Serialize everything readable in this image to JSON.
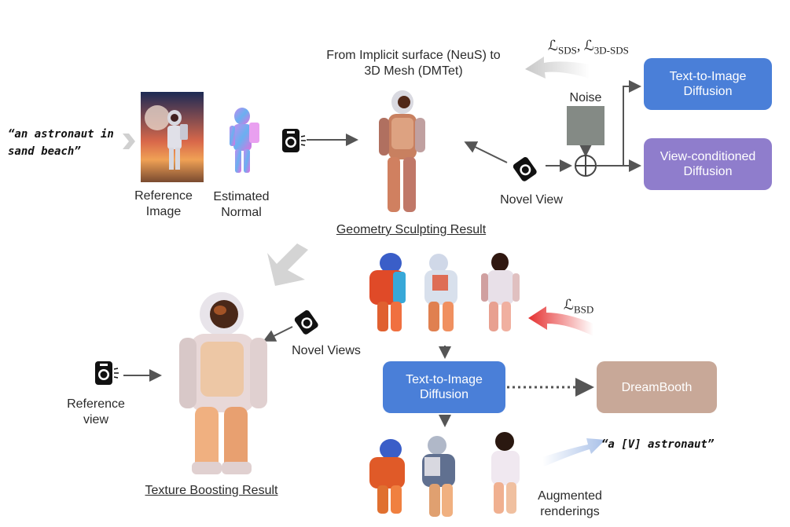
{
  "prompt_text": "“an astronaut in sand beach”",
  "reference_image_label": "Reference Image",
  "estimated_normal_label": "Estimated Normal",
  "stage1_title": "From Implicit surface (NeuS) to 3D Mesh (DMTet)",
  "loss_sds": "ℒSDS, ℒ3D-SDS",
  "loss_sds_parts": {
    "L1": "ℒ",
    "s1": "SDS",
    "sep": ", ",
    "L2": "ℒ",
    "s2": "3D-SDS"
  },
  "noise_label": "Noise",
  "novel_view_label": "Novel View",
  "t2i_top": "Text-to-Image Diffusion",
  "view_cond": "View-conditioned Diffusion",
  "geometry_result": "Geometry Sculpting Result",
  "loss_bsd_parts": {
    "L": "ℒ",
    "s": "BSD"
  },
  "novel_views_label": "Novel Views",
  "reference_view_label": "Reference view",
  "t2i_bottom": "Text-to-Image Diffusion",
  "dreambooth": "DreamBooth",
  "v_prompt": "“a [V] astronaut”",
  "augmented_label": "Augmented renderings",
  "texture_result": "Texture Boosting Result",
  "colors": {
    "blue": "#4a7fd8",
    "purple": "#8f7dcc",
    "tan": "#c8a898",
    "red": "#e53030"
  }
}
